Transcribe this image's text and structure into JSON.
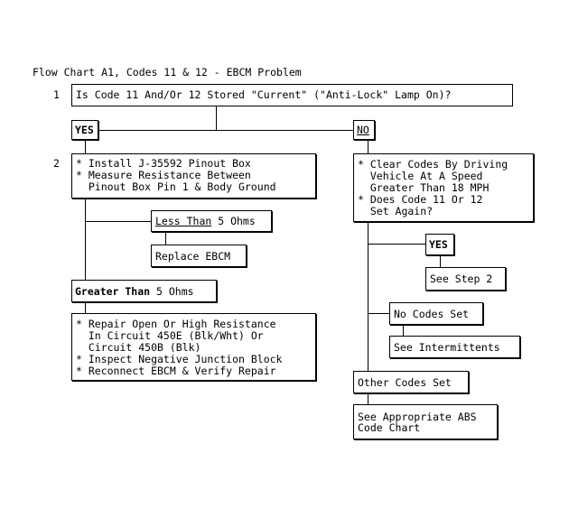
{
  "title": "Flow Chart A1, Codes 11 & 12 - EBCM Problem",
  "step1": {
    "number": "1",
    "question": "Is Code 11 And/Or 12 Stored \"Current\" (\"Anti-Lock\" Lamp On)?"
  },
  "yes_label": "YES",
  "no_label": "NO",
  "step2": {
    "number": "2",
    "lines": [
      "* Install J-35592 Pinout Box",
      "* Measure Resistance Between",
      "  Pinout Box Pin 1 & Body Ground"
    ]
  },
  "less_than": {
    "prefix": "Less Than",
    "suffix": " 5 Ohms"
  },
  "replace_ebcm": "Replace EBCM",
  "greater_than": {
    "prefix": "Greater Than",
    "suffix": " 5 Ohms"
  },
  "repair": {
    "lines": [
      "* Repair Open Or High Resistance",
      "  In Circuit 450E (Blk/Wht) Or",
      "  Circuit 450B (Blk)",
      "* Inspect Negative Junction Block",
      "* Reconnect EBCM & Verify Repair"
    ]
  },
  "clear_codes": {
    "lines": [
      "* Clear Codes By Driving",
      "  Vehicle At A Speed",
      "  Greater Than 18 MPH",
      "* Does Code 11 Or 12",
      "  Set Again?"
    ]
  },
  "yes2_label": "YES",
  "see_step2": "See Step 2",
  "no_codes_set": "No Codes Set",
  "see_intermittents": "See Intermittents",
  "other_codes_set": "Other Codes Set",
  "see_abs": {
    "lines": [
      "See Appropriate ABS",
      "Code Chart"
    ]
  }
}
